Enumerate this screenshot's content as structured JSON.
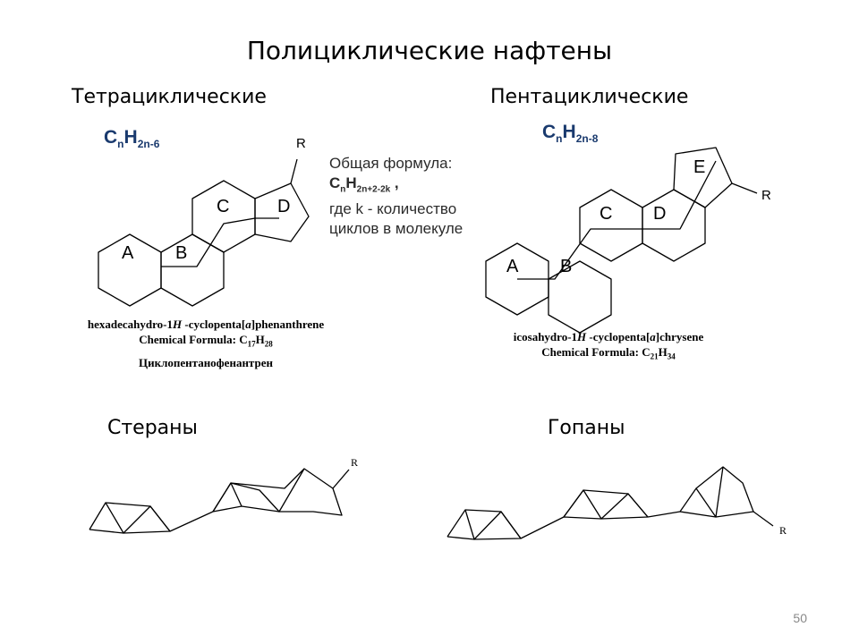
{
  "slide": {
    "title": "Полициклические нафтены",
    "page_number": "50"
  },
  "tetra": {
    "heading": "Тетрациклические",
    "formula_base": "C",
    "formula_sub1": "n",
    "formula_h": "H",
    "formula_sub2": "2n-6",
    "ring_a": "A",
    "ring_b": "B",
    "ring_c": "C",
    "ring_d": "D",
    "r_label": "R",
    "caption_name_pre": "hexadecahydro-1",
    "caption_name_h": "H",
    "caption_name_mid": " -cyclopenta[",
    "caption_name_a": "a",
    "caption_name_post": "]phenanthrene",
    "caption_formula_pre": "Chemical Formula: C",
    "caption_formula_c": "17",
    "caption_formula_h": "H",
    "caption_formula_hn": "28",
    "caption_ru": "Циклопентанофенантрен"
  },
  "note": {
    "line1": "Общая формула:",
    "formula_c": "C",
    "formula_n": "n",
    "formula_h": "H",
    "formula_sub": "2n+2-2k",
    "formula_comma": " ,",
    "line3": "где k - количество",
    "line4": "циклов в молекуле"
  },
  "penta": {
    "heading": "Пентациклические",
    "formula_base": "C",
    "formula_sub1": "n",
    "formula_h": "H",
    "formula_sub2": "2n-8",
    "ring_a": "A",
    "ring_b": "B",
    "ring_c": "C",
    "ring_d": "D",
    "ring_e": "E",
    "r_label": "R",
    "caption_name_pre": "icosahydro-1",
    "caption_name_h": "H",
    "caption_name_mid": " -cyclopenta[",
    "caption_name_a": "a",
    "caption_name_post": "]chrysene",
    "caption_formula_pre": "Chemical Formula: C",
    "caption_formula_c": "21",
    "caption_formula_h": "H",
    "caption_formula_hn": "34"
  },
  "steranes": {
    "heading": "Стераны",
    "r_label": "R"
  },
  "hopanes": {
    "heading": "Гопаны",
    "r_label": "R"
  }
}
